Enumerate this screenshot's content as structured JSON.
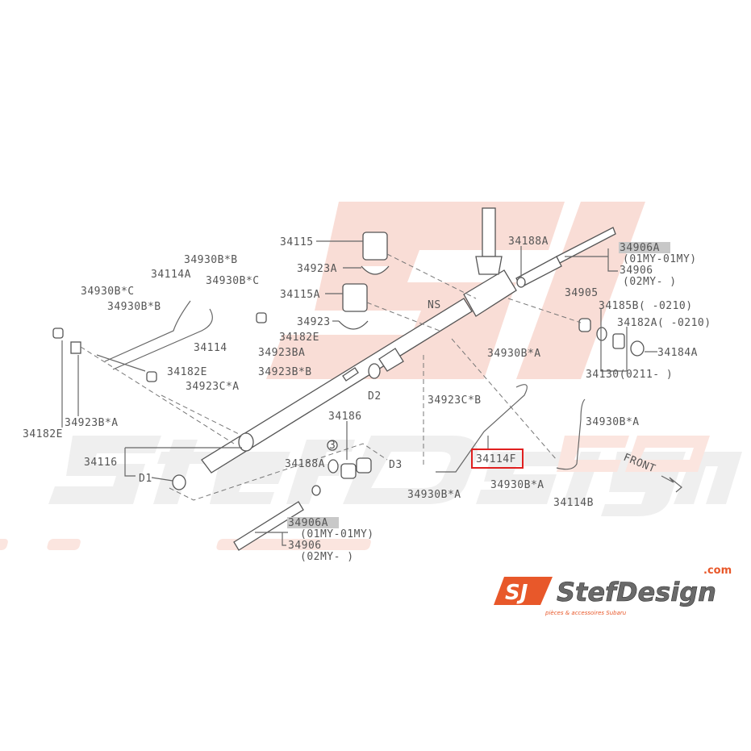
{
  "watermark": {
    "brand": "StefDesign",
    "tld": ".com",
    "tagline": "pièces & accessoires Subaru"
  },
  "logo": {
    "mark": "SJ",
    "brand": "StefDesign",
    "tld": ".com",
    "tagline": "pièces & accessoires Subaru",
    "accent": "#e8582a"
  },
  "highlight_color": "#e02020",
  "labels": {
    "l34115": "34115",
    "l34923A": "34923A",
    "l34115A": "34115A",
    "l34923": "34923",
    "lNS": "NS",
    "l34188A_top": "34188A",
    "l34906A_top": "34906A",
    "l01my_top": "(01MY-01MY)",
    "l34906_top": "34906",
    "l02my_top": "(02MY-      )",
    "l34905": "34905",
    "l34185B": "34185B(    -0210)",
    "l34182A": "34182A(    -0210)",
    "l34184A": "34184A",
    "l34130": "34130(0211-     )",
    "l34930BA_1": "34930B*A",
    "l34923CB": "34923C*B",
    "l34930BA_2": "34930B*A",
    "l34114F": "34114F",
    "l34930BA_3": "34930B*A",
    "l34930BA_4": "34930B*A",
    "l34114B": "34114B",
    "lD2": "D2",
    "l34186": "34186",
    "l34188A_low": "34188A",
    "lD3": "D3",
    "l34116": "34116",
    "lD1": "D1",
    "l3": "3",
    "l34906A_low": "34906A",
    "l01my_low": "(01MY-01MY)",
    "l34906_low": "34906",
    "l02my_low": "(02MY-      )",
    "l34930BB_1": "34930B*B",
    "l34114A": "34114A",
    "l34930BC_1": "34930B*C",
    "l34930BC_2": "34930B*C",
    "l34930BB_2": "34930B*B",
    "l34182E_1": "34182E",
    "l34114": "34114",
    "l34923BA": "34923BA",
    "l34182E_2": "34182E",
    "l34923BB": "34923B*B",
    "l34923CA": "34923C*A",
    "l34923BstarA": "34923B*A",
    "l34182E_3": "34182E",
    "lFRONT": "FRONT"
  }
}
